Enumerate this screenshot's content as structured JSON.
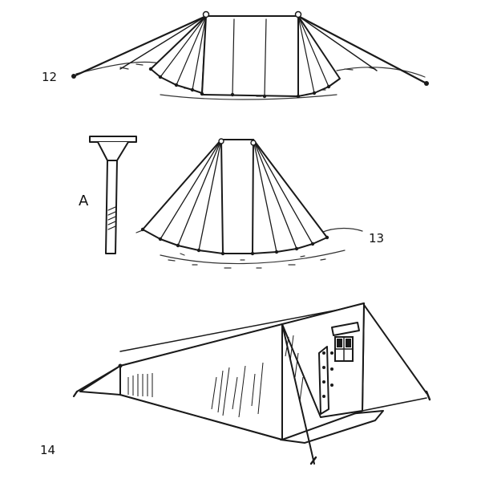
{
  "figure": {
    "labels": {
      "fig12": "12",
      "fig13": "13",
      "fig14": "14",
      "detail": "A"
    },
    "colors": {
      "ink": "#1a1a1a",
      "paper": "#ffffff"
    }
  }
}
